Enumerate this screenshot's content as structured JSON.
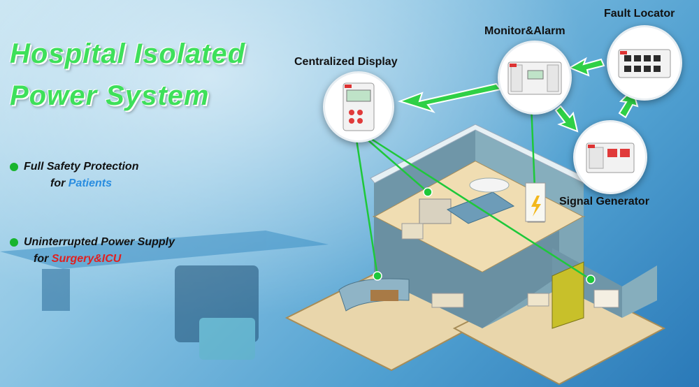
{
  "title": {
    "line1": "Hospital Isolated",
    "line2": "Power System"
  },
  "features": [
    {
      "text": "Full Safety Protection",
      "sub_prefix": "for ",
      "sub_highlight": "Patients"
    },
    {
      "text": "Uninterrupted Power Supply",
      "sub_prefix": "for ",
      "sub_highlight": "Surgery&ICU"
    }
  ],
  "devices": {
    "centralized_display": "Centralized Display",
    "monitor_alarm": "Monitor&Alarm",
    "fault_locator": "Fault Locator",
    "signal_generator": "Signal Generator"
  },
  "colors": {
    "accent_green": "#3ee05a",
    "link_green": "#1ec83a",
    "patients_blue": "#2a8de0",
    "surgery_red": "#e02020"
  }
}
